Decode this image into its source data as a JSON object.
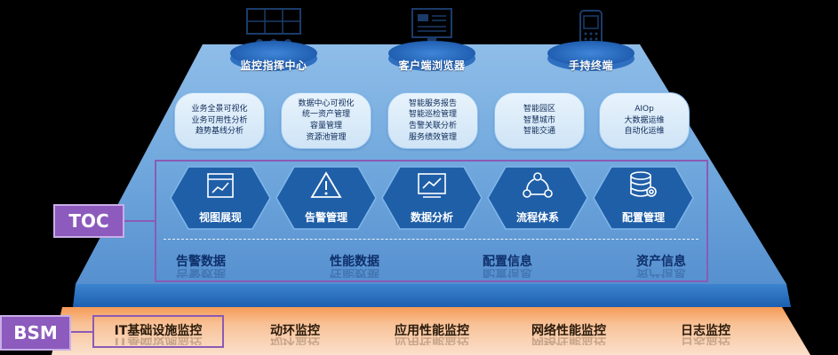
{
  "portals": [
    {
      "label": "监控指挥中心",
      "icon": "video-wall-icon"
    },
    {
      "label": "客户端浏览器",
      "icon": "desktop-monitor-icon"
    },
    {
      "label": "手持终端",
      "icon": "mobile-phone-icon"
    }
  ],
  "info_boxes": [
    {
      "lines": [
        "业务全景可视化",
        "业务可用性分析",
        "趋势基线分析"
      ]
    },
    {
      "lines": [
        "数据中心可视化",
        "统一资产管理",
        "容量管理",
        "资源池管理"
      ]
    },
    {
      "lines": [
        "智能服务报告",
        "智能巡检管理",
        "告警关联分析",
        "服务绩效管理"
      ]
    },
    {
      "lines": [
        "智能园区",
        "智慧城市",
        "智能交通"
      ]
    },
    {
      "lines": [
        "AIOp",
        "大数据运维",
        "自动化运维"
      ]
    }
  ],
  "toc": {
    "tag": "TOC",
    "modules": [
      {
        "label": "视图展现",
        "icon": "chart-view-icon"
      },
      {
        "label": "告警管理",
        "icon": "warning-icon"
      },
      {
        "label": "数据分析",
        "icon": "data-analysis-icon"
      },
      {
        "label": "流程体系",
        "icon": "workflow-icon"
      },
      {
        "label": "配置管理",
        "icon": "database-config-icon"
      }
    ],
    "data_sources": [
      "告警数据",
      "性能数据",
      "配置信息",
      "资产信息"
    ]
  },
  "bsm": {
    "tag": "BSM",
    "items": [
      "IT基础设施监控",
      "动环监控",
      "应用性能监控",
      "网络性能监控",
      "日志监控"
    ]
  },
  "colors": {
    "accent_purple": "#8c5bbd",
    "platform_blue": "#5b9ad8",
    "hex_blue": "#1f5fa8",
    "bsm_orange": "#f6a463"
  }
}
